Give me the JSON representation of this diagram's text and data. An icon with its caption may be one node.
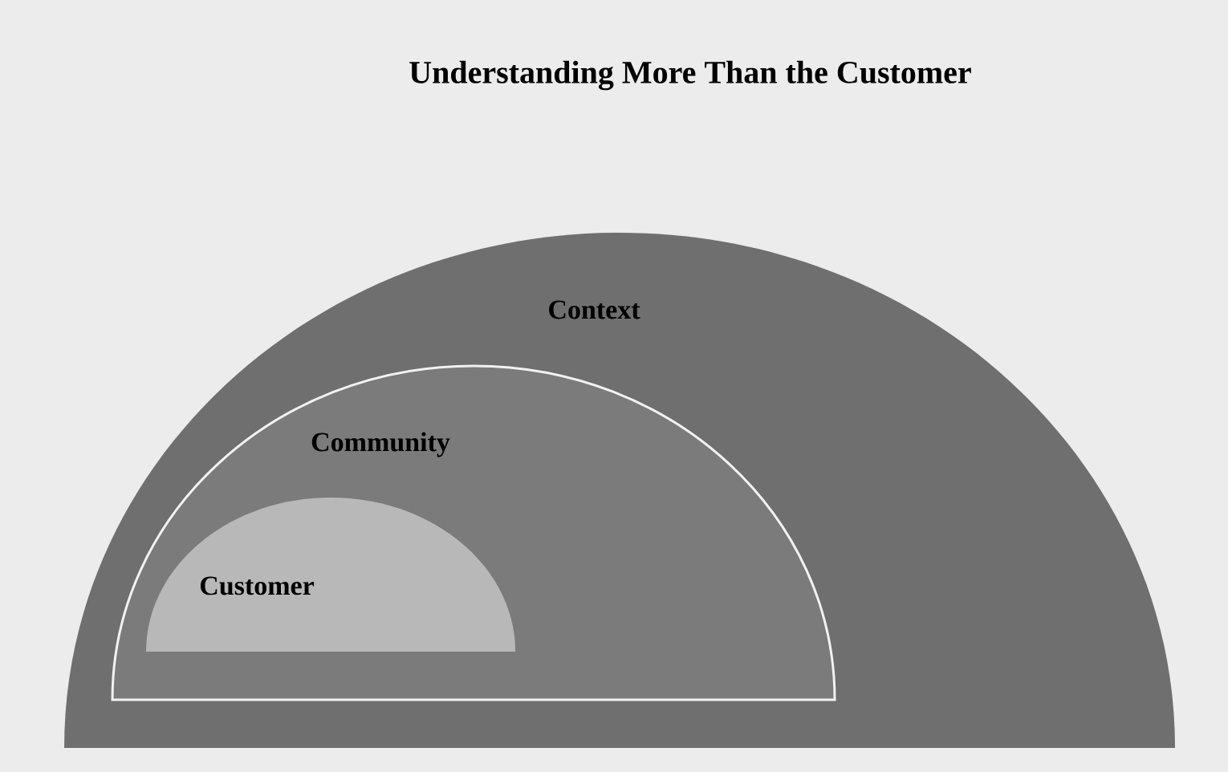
{
  "diagram": {
    "title": "Understanding More Than the Customer",
    "nodes": [
      {
        "text": [
          "Context"
        ]
      },
      {
        "text": [
          "Community"
        ],
        "in": 0
      },
      {
        "text": [
          "Customer"
        ],
        "in": 1
      }
    ]
  }
}
